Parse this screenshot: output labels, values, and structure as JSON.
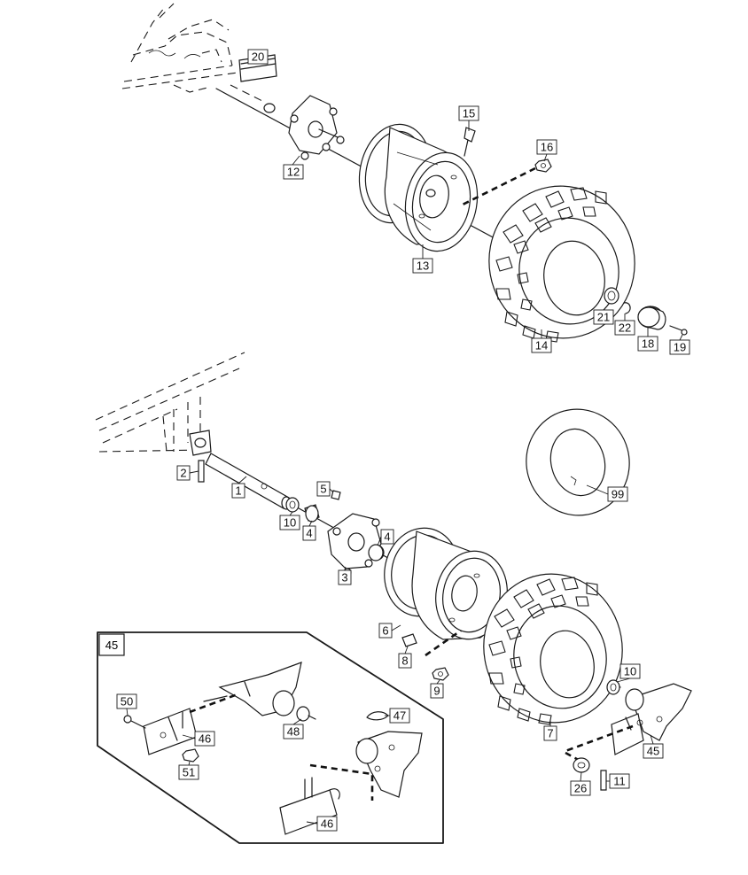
{
  "inset": {
    "label": "45"
  },
  "callouts": [
    {
      "id": "c20",
      "label": "20"
    },
    {
      "id": "c15",
      "label": "15"
    },
    {
      "id": "c16",
      "label": "16"
    },
    {
      "id": "c12",
      "label": "12"
    },
    {
      "id": "c13",
      "label": "13"
    },
    {
      "id": "c14",
      "label": "14"
    },
    {
      "id": "c21",
      "label": "21"
    },
    {
      "id": "c22",
      "label": "22"
    },
    {
      "id": "c18",
      "label": "18"
    },
    {
      "id": "c19",
      "label": "19"
    },
    {
      "id": "c2",
      "label": "2"
    },
    {
      "id": "c1",
      "label": "1"
    },
    {
      "id": "c5",
      "label": "5"
    },
    {
      "id": "c10a",
      "label": "10"
    },
    {
      "id": "c4a",
      "label": "4"
    },
    {
      "id": "c4b",
      "label": "4"
    },
    {
      "id": "c3",
      "label": "3"
    },
    {
      "id": "c99",
      "label": "99"
    },
    {
      "id": "c6",
      "label": "6"
    },
    {
      "id": "c8",
      "label": "8"
    },
    {
      "id": "c9",
      "label": "9"
    },
    {
      "id": "c10b",
      "label": "10"
    },
    {
      "id": "c7",
      "label": "7"
    },
    {
      "id": "c45",
      "label": "45"
    },
    {
      "id": "c26",
      "label": "26"
    },
    {
      "id": "c11",
      "label": "11"
    },
    {
      "id": "c50",
      "label": "50"
    },
    {
      "id": "c46a",
      "label": "46"
    },
    {
      "id": "c48",
      "label": "48"
    },
    {
      "id": "c47",
      "label": "47"
    },
    {
      "id": "c51",
      "label": "51"
    },
    {
      "id": "c46b",
      "label": "46"
    }
  ]
}
